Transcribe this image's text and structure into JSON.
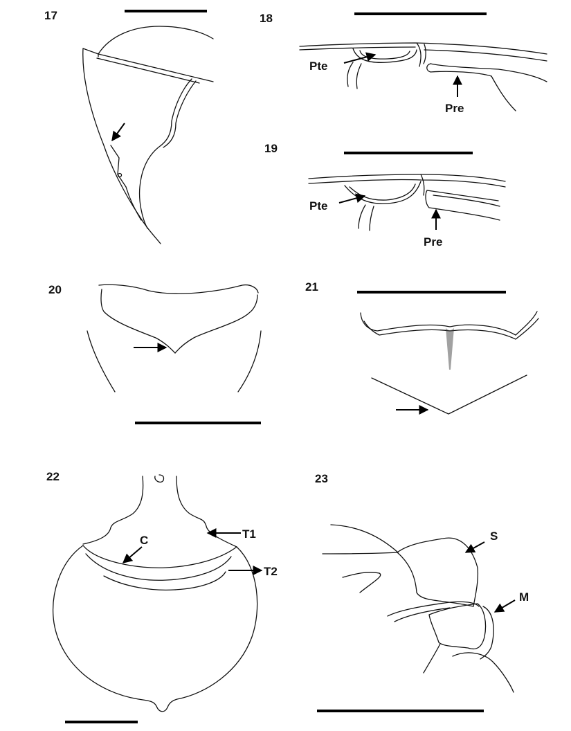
{
  "figures": [
    {
      "number": "17"
    },
    {
      "number": "18",
      "labels": {
        "pte": "Pte",
        "pre": "Pre"
      }
    },
    {
      "number": "19",
      "labels": {
        "pte": "Pte",
        "pre": "Pre"
      }
    },
    {
      "number": "20"
    },
    {
      "number": "21"
    },
    {
      "number": "22",
      "labels": {
        "c": "C",
        "t1": "T1",
        "t2": "T2"
      }
    },
    {
      "number": "23",
      "labels": {
        "s": "S",
        "m": "M"
      }
    }
  ],
  "colors": {
    "ink": "#111111",
    "background": "#ffffff"
  }
}
